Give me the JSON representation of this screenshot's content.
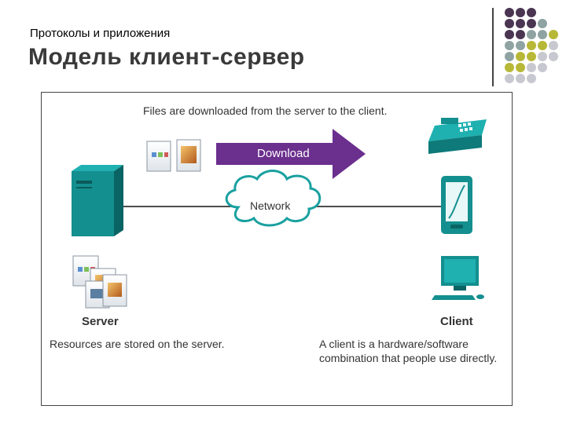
{
  "slide": {
    "subtitle": "Протоколы и приложения",
    "title": "Модель клиент-сервер"
  },
  "diagram": {
    "header_caption": "Files are downloaded from the server to the client.",
    "arrow_label": "Download",
    "network_label": "Network",
    "server_label": "Server",
    "client_label": "Client",
    "server_caption": "Resources are stored on the server.",
    "client_caption_line1": "A client is a hardware/software",
    "client_caption_line2": "combination that people use directly."
  },
  "colors": {
    "accent_purple": "#6b2f8e",
    "teal": "#148f8f",
    "dot_purple": "#4a3552",
    "dot_gray": "#8fa3a3",
    "dot_olive": "#b8b838",
    "dot_light": "#c8c8d0"
  },
  "icons": [
    "server-icon",
    "phone-icon",
    "tablet-icon",
    "desktop-icon",
    "cloud-icon",
    "document-icon",
    "image-file-icon"
  ]
}
